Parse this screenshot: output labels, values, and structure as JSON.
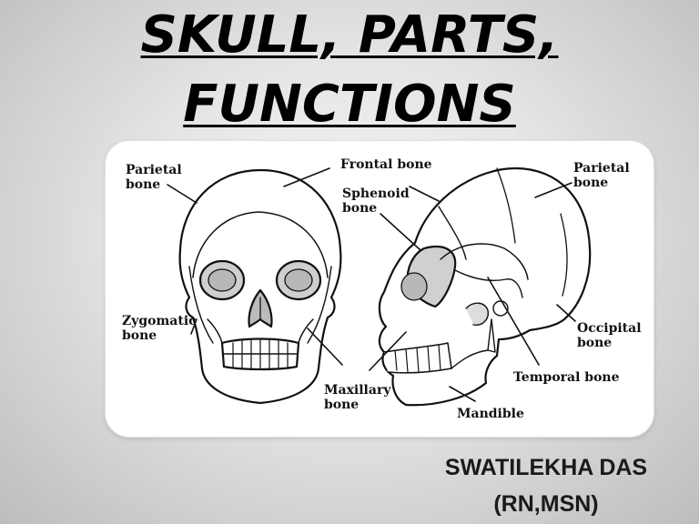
{
  "slide": {
    "title_line1": "SKULL, PARTS,",
    "title_line2": "FUNCTIONS",
    "author_name": "SWATILEKHA DAS",
    "author_credentials": "(RN,MSN)"
  },
  "diagram": {
    "labels": {
      "parietal_front_1": "Parietal",
      "parietal_front_2": "bone",
      "frontal": "Frontal bone",
      "sphenoid_1": "Sphenoid",
      "sphenoid_2": "bone",
      "parietal_side_1": "Parietal",
      "parietal_side_2": "bone",
      "zygomatic_1": "Zygomatic",
      "zygomatic_2": "bone",
      "occipital_1": "Occipital",
      "occipital_2": "bone",
      "maxillary_1": "Maxillary",
      "maxillary_2": "bone",
      "temporal": "Temporal bone",
      "mandible": "Mandible"
    }
  }
}
